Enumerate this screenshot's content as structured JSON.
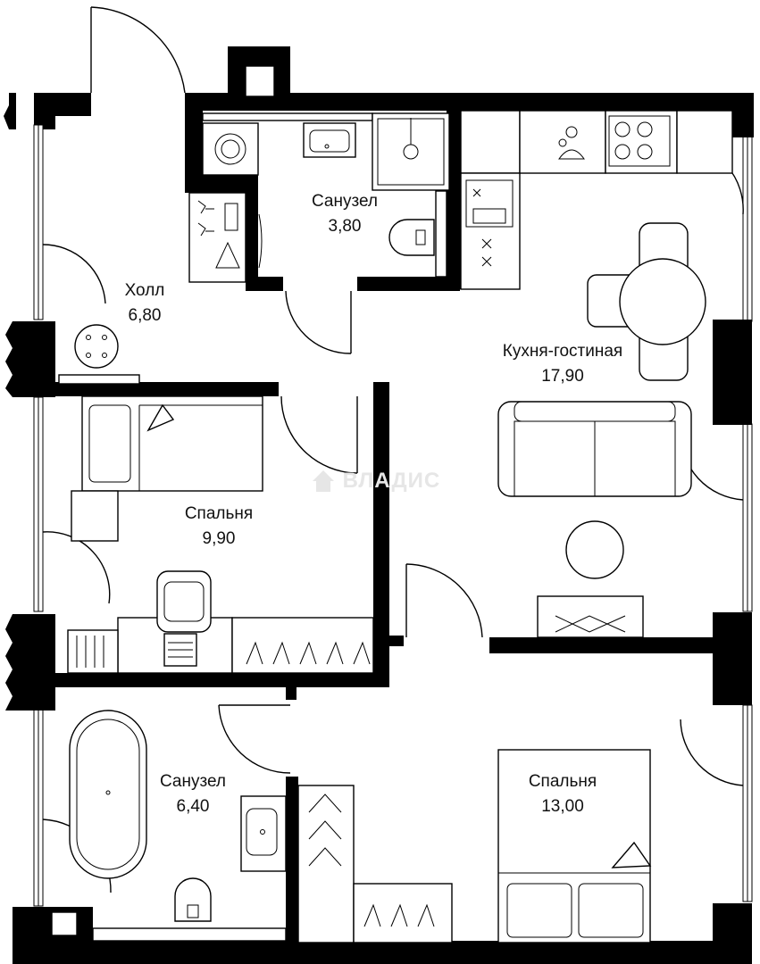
{
  "rooms": [
    {
      "name": "Холл",
      "area": "6,80"
    },
    {
      "name": "Санузел",
      "area": "3,80"
    },
    {
      "name": "Кухня-гостиная",
      "area": "17,90"
    },
    {
      "name": "Спальня",
      "area": "9,90"
    },
    {
      "name": "Санузел",
      "area": "6,40"
    },
    {
      "name": "Спальня",
      "area": "13,00"
    }
  ],
  "watermark": {
    "text": "ВЛАДИС"
  },
  "colors": {
    "walls": "#000000",
    "background": "#ffffff",
    "text": "#111111",
    "watermark": "#e6e6e6"
  },
  "icons": [
    "washing-machine-icon",
    "sink-icon",
    "toilet-icon",
    "stove-icon",
    "bathtub-icon",
    "bed-icon",
    "sofa-icon",
    "dining-table-icon",
    "wardrobe-hanger-icon",
    "desk-chair-icon",
    "laptop-icon",
    "radiator-icon"
  ]
}
